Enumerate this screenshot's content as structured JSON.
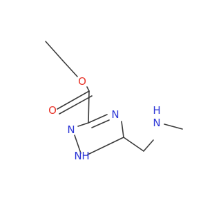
{
  "molecule": {
    "atoms": {
      "ester_oxygen": "O",
      "carbonyl_oxygen": "O",
      "ring_n4": "N",
      "ring_n2": "N",
      "ring_n1h": "N",
      "ring_n1h_hydrogen": "H",
      "amine_nh": "N",
      "amine_h": "H"
    },
    "colors": {
      "oxygen": "#e8352a",
      "nitrogen": "#2b35d6",
      "bond": "#3a3a3a",
      "background": "#ffffff"
    }
  }
}
